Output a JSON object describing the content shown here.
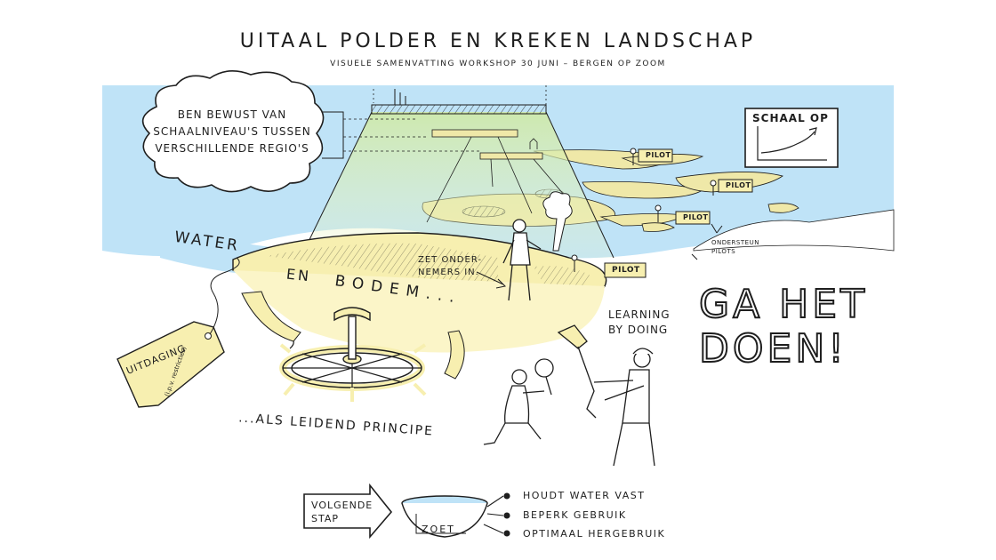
{
  "title": "Uitaal polder en kreken landschap",
  "subtitle": "Visuele samenvatting workshop 30 juni – Bergen op Zoom",
  "cloud": {
    "text": "Ben bewust van schaalniveau's tussen verschillende regio's"
  },
  "scale_chart": {
    "label": "Schaal op"
  },
  "pilots": {
    "label": "Pilot",
    "support_text": "Ondersteun pilots"
  },
  "landscape": {
    "water_label": "Water",
    "en_label": "En",
    "bodem_label": "Bodem...",
    "entrepreneurs_text": "Zet onder- nemers in."
  },
  "learning": "Learning by doing",
  "call_to_action": "Ga het doen!",
  "challenge": {
    "tag_label": "Uitdaging",
    "note": "(i.p.v. restricties)"
  },
  "principle": "...Als leidend principe",
  "next_step": {
    "label": "Volgende stap",
    "bowl_label": "Zoet",
    "actions": [
      "Houdt water vast",
      "Beperk gebruik",
      "Optimaal hergebruik"
    ]
  },
  "colors": {
    "water": "#bfe3f7",
    "soil": "#f7efb0",
    "island": "#efe8a8",
    "beam": "#cfe9a6",
    "ink": "#1e1e1e"
  }
}
